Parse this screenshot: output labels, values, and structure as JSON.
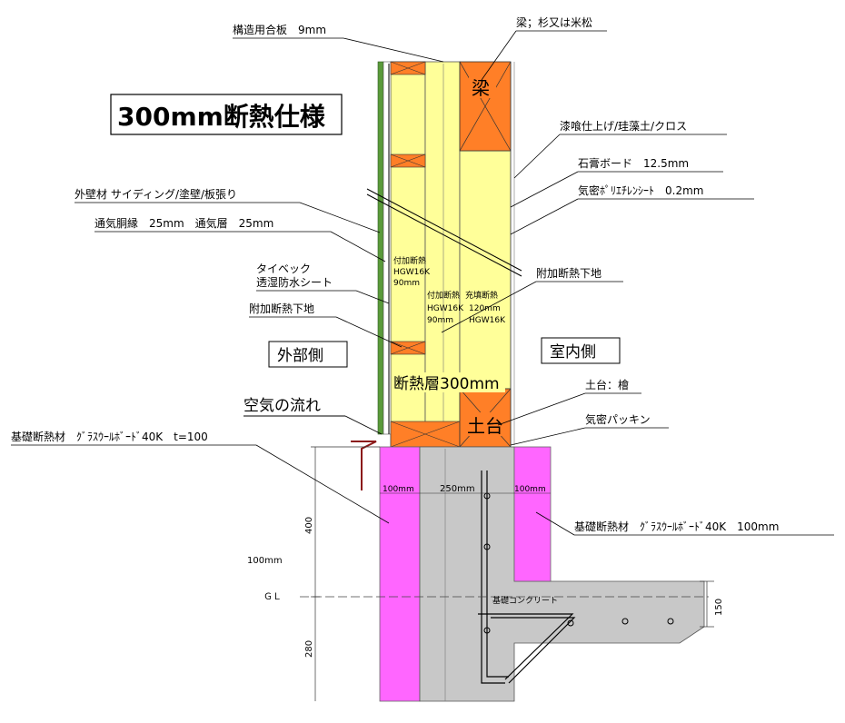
{
  "title": "300mm断熱仕様",
  "sides": {
    "outside": "外部側",
    "inside": "室内側"
  },
  "airflow": "空気の流れ",
  "insulation_layer_label": "断熱層300mm",
  "labels": {
    "structural_plywood": "構造用合板　9mm",
    "beam_spec": "梁；杉又は米松",
    "plaster_finish": "漆喰仕上げ/珪藻土/クロス",
    "gypsum_board": "石膏ボード　12.5mm",
    "airtight_sheet": "気密ﾎﾟﾘｴﾁﾚﾝｼｰﾄ　0.2mm",
    "exterior_wall": "外壁材 サイディング/塗壁/板張り",
    "ventilation": "通気胴縁　25mm　通気層　25mm",
    "tyvek_line1": "タイベック",
    "tyvek_line2": "透湿防水シート",
    "added_insulation_base_left": "附加断熱下地",
    "added_insulation_base_right": "附加断熱下地",
    "sill_spec": "土台：檜",
    "airtight_packing": "気密パッキン",
    "foundation_insulation_left": "基礎断熱材　ｸﾞﾗｽｳｰﾙﾎﾞｰﾄﾞ40K　t=100",
    "foundation_insulation_right": "基礎断熱材　ｸﾞﾗｽｳｰﾙﾎﾞｰﾄﾞ40K　100mm",
    "concrete": "基礎コンクリート",
    "gl": "ＧＬ"
  },
  "in_diagram": {
    "beam": "梁",
    "sill": "土台",
    "outer_insul": [
      "付加断熱",
      "HGW16K",
      "90mm"
    ],
    "mid_insul": [
      "付加断熱",
      "HGW16K",
      "90mm"
    ],
    "fill_insul": [
      "充填断熱",
      "120mm",
      "HGW16K"
    ]
  },
  "dimensions": {
    "left_pink": "100mm",
    "footing_width": "250mm",
    "right_pink": "100mm",
    "dim_400": "400",
    "dim_280": "280",
    "dim_150": "150",
    "offset": "100mm"
  },
  "colors": {
    "insulation": "#FFFF99",
    "wood": "#FF7F27",
    "pink_insulation": "#FF66FF",
    "concrete": "#C8C8C8",
    "flashing": "#8B1A1A",
    "siding": "#5A9A3A"
  }
}
